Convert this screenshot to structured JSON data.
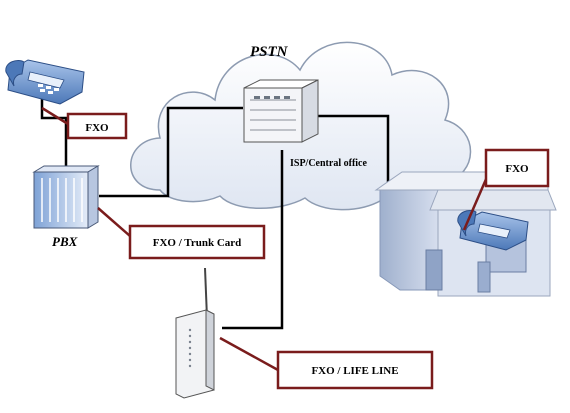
{
  "diagram": {
    "cloud_label": "PSTN",
    "office_label": "ISP/Central office",
    "pbx_label": "PBX",
    "callouts": {
      "phone_fxo": "FXO",
      "trunk_card": "FXO / Trunk Card",
      "home_fxo": "FXO",
      "life_line": "FXO / LIFE LINE"
    }
  },
  "colors": {
    "callout_border": "#7a1c1c",
    "line": "#000000",
    "cloud_fill": "#eef2f9",
    "cloud_stroke": "#8d9bb1",
    "house_wall": "#c9d3e6",
    "house_roof": "#eef1f7",
    "phone_blue": "#5a8ac9"
  }
}
